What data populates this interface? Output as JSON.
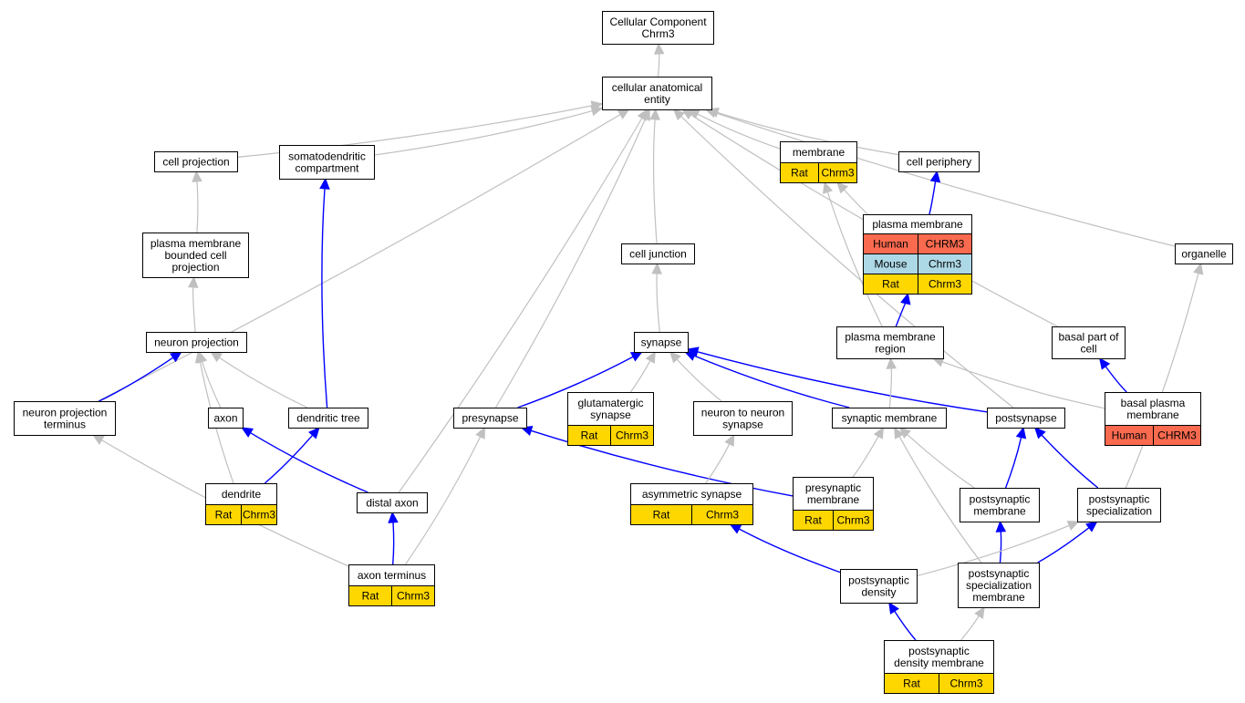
{
  "colors": {
    "rat": "#ffd700",
    "human": "#fa6a4f",
    "mouse": "#add8e6",
    "edge_inferred": "#c0c0c0",
    "edge_annotated": "#0000ff"
  },
  "nodes": {
    "root": {
      "lines": [
        "Cellular Component",
        "Chrm3"
      ]
    },
    "cae": {
      "lines": [
        "cellular anatomical",
        "entity"
      ]
    },
    "cellproj": {
      "lines": [
        "cell projection"
      ]
    },
    "somato": {
      "lines": [
        "somatodendritic",
        "compartment"
      ]
    },
    "membrane": {
      "lines": [
        "membrane"
      ],
      "rows": [
        {
          "species": "Rat",
          "gene": "Chrm3",
          "color": "rat"
        }
      ]
    },
    "cellper": {
      "lines": [
        "cell periphery"
      ]
    },
    "pmbcp": {
      "lines": [
        "plasma membrane",
        "bounded cell",
        "projection"
      ]
    },
    "pm": {
      "lines": [
        "plasma membrane"
      ],
      "rows": [
        {
          "species": "Human",
          "gene": "CHRM3",
          "color": "human"
        },
        {
          "species": "Mouse",
          "gene": "Chrm3",
          "color": "mouse"
        },
        {
          "species": "Rat",
          "gene": "Chrm3",
          "color": "rat"
        }
      ]
    },
    "celljunc": {
      "lines": [
        "cell junction"
      ]
    },
    "organelle": {
      "lines": [
        "organelle"
      ]
    },
    "neuronproj": {
      "lines": [
        "neuron projection"
      ]
    },
    "synapse": {
      "lines": [
        "synapse"
      ]
    },
    "pmregion": {
      "lines": [
        "plasma membrane",
        "region"
      ]
    },
    "basalpart": {
      "lines": [
        "basal part of",
        "cell"
      ]
    },
    "npterm": {
      "lines": [
        "neuron projection",
        "terminus"
      ]
    },
    "axon": {
      "lines": [
        "axon"
      ]
    },
    "dendtree": {
      "lines": [
        "dendritic tree"
      ]
    },
    "presyn": {
      "lines": [
        "presynapse"
      ]
    },
    "glusyn": {
      "lines": [
        "glutamatergic",
        "synapse"
      ],
      "rows": [
        {
          "species": "Rat",
          "gene": "Chrm3",
          "color": "rat"
        }
      ]
    },
    "n2n": {
      "lines": [
        "neuron to neuron",
        "synapse"
      ]
    },
    "synmem": {
      "lines": [
        "synaptic membrane"
      ]
    },
    "postsyn": {
      "lines": [
        "postsynapse"
      ]
    },
    "basalpm": {
      "lines": [
        "basal plasma",
        "membrane"
      ],
      "rows": [
        {
          "species": "Human",
          "gene": "CHRM3",
          "color": "human"
        }
      ]
    },
    "dendrite": {
      "lines": [
        "dendrite"
      ],
      "rows": [
        {
          "species": "Rat",
          "gene": "Chrm3",
          "color": "rat"
        }
      ]
    },
    "distalaxon": {
      "lines": [
        "distal axon"
      ]
    },
    "asymsyn": {
      "lines": [
        "asymmetric synapse"
      ],
      "rows": [
        {
          "species": "Rat",
          "gene": "Chrm3",
          "color": "rat"
        }
      ]
    },
    "presynmem": {
      "lines": [
        "presynaptic",
        "membrane"
      ],
      "rows": [
        {
          "species": "Rat",
          "gene": "Chrm3",
          "color": "rat"
        }
      ]
    },
    "postsynmem": {
      "lines": [
        "postsynaptic",
        "membrane"
      ]
    },
    "postsynspec": {
      "lines": [
        "postsynaptic",
        "specialization"
      ]
    },
    "axonterm": {
      "lines": [
        "axon terminus"
      ],
      "rows": [
        {
          "species": "Rat",
          "gene": "Chrm3",
          "color": "rat"
        }
      ]
    },
    "psd": {
      "lines": [
        "postsynaptic",
        "density"
      ]
    },
    "pssm": {
      "lines": [
        "postsynaptic",
        "specialization",
        "membrane"
      ]
    },
    "psdm": {
      "lines": [
        "postsynaptic",
        "density membrane"
      ],
      "rows": [
        {
          "species": "Rat",
          "gene": "Chrm3",
          "color": "rat"
        }
      ]
    }
  },
  "edges": [
    {
      "from": "cae",
      "to": "root",
      "type": "inferred"
    },
    {
      "from": "cellproj",
      "to": "cae",
      "type": "inferred"
    },
    {
      "from": "somato",
      "to": "cae",
      "type": "inferred"
    },
    {
      "from": "membrane",
      "to": "cae",
      "type": "inferred"
    },
    {
      "from": "cellper",
      "to": "cae",
      "type": "inferred"
    },
    {
      "from": "organelle",
      "to": "cae",
      "type": "inferred"
    },
    {
      "from": "celljunc",
      "to": "cae",
      "type": "inferred"
    },
    {
      "from": "npterm",
      "to": "cae",
      "type": "inferred"
    },
    {
      "from": "distalaxon",
      "to": "cae",
      "type": "inferred"
    },
    {
      "from": "presyn",
      "to": "cae",
      "type": "inferred"
    },
    {
      "from": "basalpart",
      "to": "cae",
      "type": "inferred"
    },
    {
      "from": "postsyn",
      "to": "cae",
      "type": "inferred"
    },
    {
      "from": "pmbcp",
      "to": "cellproj",
      "type": "inferred"
    },
    {
      "from": "neuronproj",
      "to": "pmbcp",
      "type": "inferred"
    },
    {
      "from": "dendtree",
      "to": "somato",
      "type": "annotated"
    },
    {
      "from": "pm",
      "to": "membrane",
      "type": "inferred"
    },
    {
      "from": "pmregion",
      "to": "membrane",
      "type": "inferred"
    },
    {
      "from": "pm",
      "to": "cellper",
      "type": "annotated"
    },
    {
      "from": "pmregion",
      "to": "pm",
      "type": "annotated"
    },
    {
      "from": "synapse",
      "to": "celljunc",
      "type": "inferred"
    },
    {
      "from": "postsynspec",
      "to": "organelle",
      "type": "inferred"
    },
    {
      "from": "npterm",
      "to": "neuronproj",
      "type": "annotated"
    },
    {
      "from": "axon",
      "to": "neuronproj",
      "type": "inferred"
    },
    {
      "from": "dendtree",
      "to": "neuronproj",
      "type": "inferred"
    },
    {
      "from": "dendrite",
      "to": "neuronproj",
      "type": "inferred"
    },
    {
      "from": "presyn",
      "to": "synapse",
      "type": "annotated"
    },
    {
      "from": "glusyn",
      "to": "synapse",
      "type": "inferred"
    },
    {
      "from": "n2n",
      "to": "synapse",
      "type": "inferred"
    },
    {
      "from": "synmem",
      "to": "synapse",
      "type": "annotated"
    },
    {
      "from": "postsyn",
      "to": "synapse",
      "type": "annotated"
    },
    {
      "from": "synmem",
      "to": "pmregion",
      "type": "inferred"
    },
    {
      "from": "basalpm",
      "to": "pmregion",
      "type": "inferred"
    },
    {
      "from": "basalpm",
      "to": "basalpart",
      "type": "annotated"
    },
    {
      "from": "axonterm",
      "to": "npterm",
      "type": "inferred"
    },
    {
      "from": "distalaxon",
      "to": "axon",
      "type": "annotated"
    },
    {
      "from": "dendrite",
      "to": "dendtree",
      "type": "annotated"
    },
    {
      "from": "axonterm",
      "to": "presyn",
      "type": "inferred"
    },
    {
      "from": "presynmem",
      "to": "presyn",
      "type": "annotated"
    },
    {
      "from": "asymsyn",
      "to": "n2n",
      "type": "inferred"
    },
    {
      "from": "presynmem",
      "to": "synmem",
      "type": "inferred"
    },
    {
      "from": "postsynmem",
      "to": "synmem",
      "type": "inferred"
    },
    {
      "from": "pssm",
      "to": "synmem",
      "type": "inferred"
    },
    {
      "from": "postsynmem",
      "to": "postsyn",
      "type": "annotated"
    },
    {
      "from": "postsynspec",
      "to": "postsyn",
      "type": "annotated"
    },
    {
      "from": "axonterm",
      "to": "distalaxon",
      "type": "annotated"
    },
    {
      "from": "psd",
      "to": "asymsyn",
      "type": "annotated"
    },
    {
      "from": "pssm",
      "to": "postsynmem",
      "type": "annotated"
    },
    {
      "from": "pssm",
      "to": "postsynspec",
      "type": "annotated"
    },
    {
      "from": "psd",
      "to": "postsynspec",
      "type": "inferred"
    },
    {
      "from": "psdm",
      "to": "psd",
      "type": "annotated"
    },
    {
      "from": "psdm",
      "to": "pssm",
      "type": "inferred"
    }
  ]
}
